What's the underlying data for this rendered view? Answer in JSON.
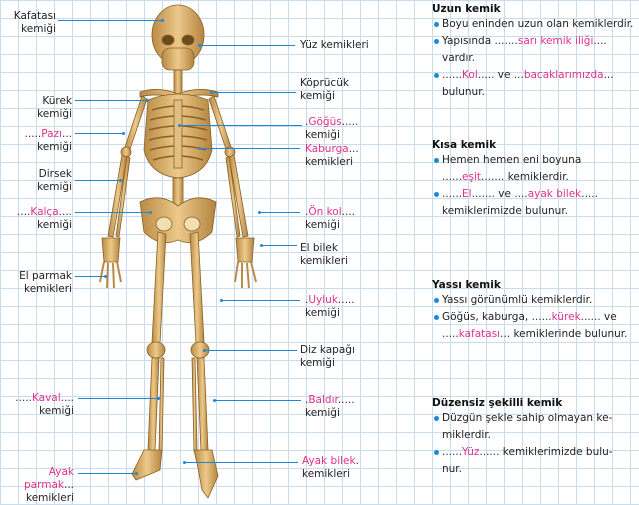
{
  "left_labels": {
    "kafatasi": "Kafatası\nkemiği",
    "kurek": "Kürek\nkemiği",
    "pazi_word": "Pazı",
    "pazi_suffix": "kemiği",
    "dirsek": "Dirsek\nkemiği",
    "kalca_word": "Kalça",
    "kalca_suffix": "kemiği",
    "el_parmak": "El parmak\nkemikleri",
    "kaval_word": "Kaval",
    "kaval_suffix": "kemiği",
    "ayak_parmak_word": "Ayak parmak",
    "ayak_parmak_suffix": "kemikleri"
  },
  "right_labels": {
    "yuz": "Yüz kemikleri",
    "kopracuk": "Köprücük\nkemiği",
    "gogus_word": "Göğüs",
    "gogus_suffix": "kemiği",
    "kaburga_word": "Kaburga",
    "kaburga_suffix": "kemikleri",
    "onkol_word": "Ön kol",
    "onkol_suffix": "kemiği",
    "el_bilek": "El bilek\nkemikleri",
    "uyluk_word": "Uyluk",
    "uyluk_suffix": "kemiği",
    "diz": "Diz kapağı\nkemiği",
    "baldir_word": "Baldır",
    "baldir_suffix": "kemiği",
    "ayak_bilek_word": "Ayak bilek",
    "ayak_bilek_suffix": "kemikleri"
  },
  "panel": {
    "uzun": {
      "title": "Uzun kemik",
      "r1": "Boyu eninden uzun olan kemiklerdir.",
      "r2_pre": "Yapısında ",
      "r2_fill": "sarı kemik iliği",
      "r2_post": "vardır.",
      "r3_fill1": "Kol",
      "r3_mid": " ve ",
      "r3_fill2": "bacaklarımızda",
      "r3_post": "bulunur."
    },
    "kisa": {
      "title": "Kısa kemik",
      "r1": "Hemen hemen eni boyuna",
      "r1b_fill": "eşit",
      "r1b_post": " kemiklerdir.",
      "r2_fill1": "El",
      "r2_mid": " ve ",
      "r2_fill2": "ayak bilek",
      "r2_post": "kemiklerimizde bulunur."
    },
    "yassi": {
      "title": "Yassı kemik",
      "r1": "Yassı görünümlü kemiklerdir.",
      "r2_pre": "Göğüs, kaburga, ",
      "r2_fill": "kürek",
      "r2_mid": " ve",
      "r2b_fill": "kafatası",
      "r2b_post": " kemiklerinde bulunur."
    },
    "duzensiz": {
      "title": "Düzensiz şekilli kemik",
      "r1": "Düzgün şekle sahip olmayan ke-\nmiklerdir.",
      "r2_fill": "Yüz",
      "r2_post": " kemiklerimizde bulu-\nnur."
    }
  },
  "colors": {
    "accent_blue": "#1e88d6",
    "fill_pink": "#e0308c",
    "bone": "#d9b06a"
  }
}
